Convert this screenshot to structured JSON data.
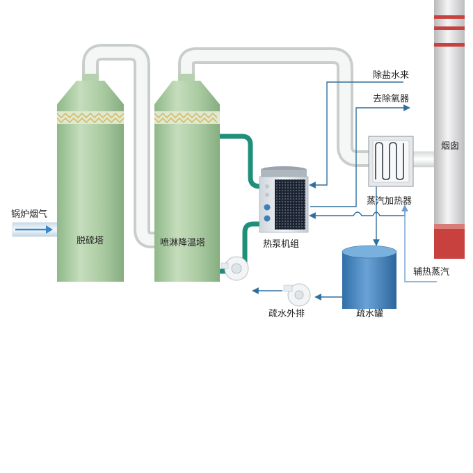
{
  "labels": {
    "boiler_flue_gas": "锅炉烟气",
    "desulfurization_tower": "脱硫塔",
    "spray_cooling_tower": "喷淋降温塔",
    "heat_pump_unit": "热泵机组",
    "demineralized_water": "除盐水来",
    "to_deaerator": "去除氧器",
    "steam_heater": "蒸汽加热器",
    "chimney": "烟囱",
    "auxiliary_steam": "辅热蒸汽",
    "drain_tank": "疏水罐",
    "drain_discharge": "疏水外排"
  },
  "colors": {
    "tower_body": "#a9c9a2",
    "tower_cap": "#b9d4b0",
    "duct_white": "#f2f4f3",
    "pipe_green": "#1f8f7a",
    "line_blue": "#2f6f9e",
    "tank_blue": "#3f7fb6",
    "chimney_red": "#c8413e",
    "chimney_gray": "#d9d9da"
  }
}
